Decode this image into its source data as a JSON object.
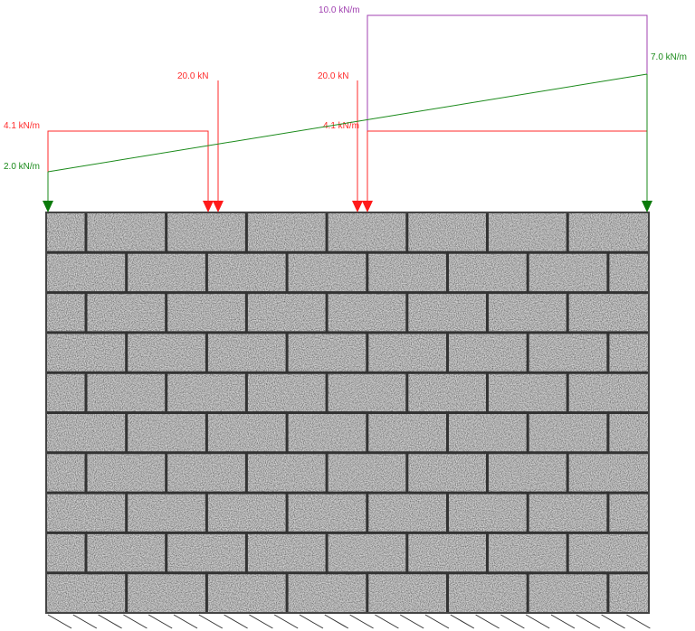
{
  "loads": {
    "udl_left": {
      "label": "4.1 kN/m",
      "value": 4.1,
      "color": "#ff2a2a"
    },
    "point_1": {
      "label": "20.0 kN",
      "value": 20.0,
      "color": "#ff2a2a"
    },
    "point_2": {
      "label": "20.0 kN",
      "value": 20.0,
      "color": "#ff2a2a"
    },
    "udl_right": {
      "label": "4.1 kN/m",
      "value": 4.1,
      "color": "#ff2a2a"
    },
    "udl_top": {
      "label": "10.0 kN/m",
      "value": 10.0,
      "color": "#a040b0"
    },
    "trapezoid": {
      "start_label": "2.0 kN/m",
      "end_label": "7.0 kN/m",
      "start_value": 2.0,
      "end_value": 7.0,
      "color": "#1a8a1a"
    }
  },
  "wall": {
    "courses": 10,
    "material": "masonry",
    "support": "fixed-base"
  }
}
